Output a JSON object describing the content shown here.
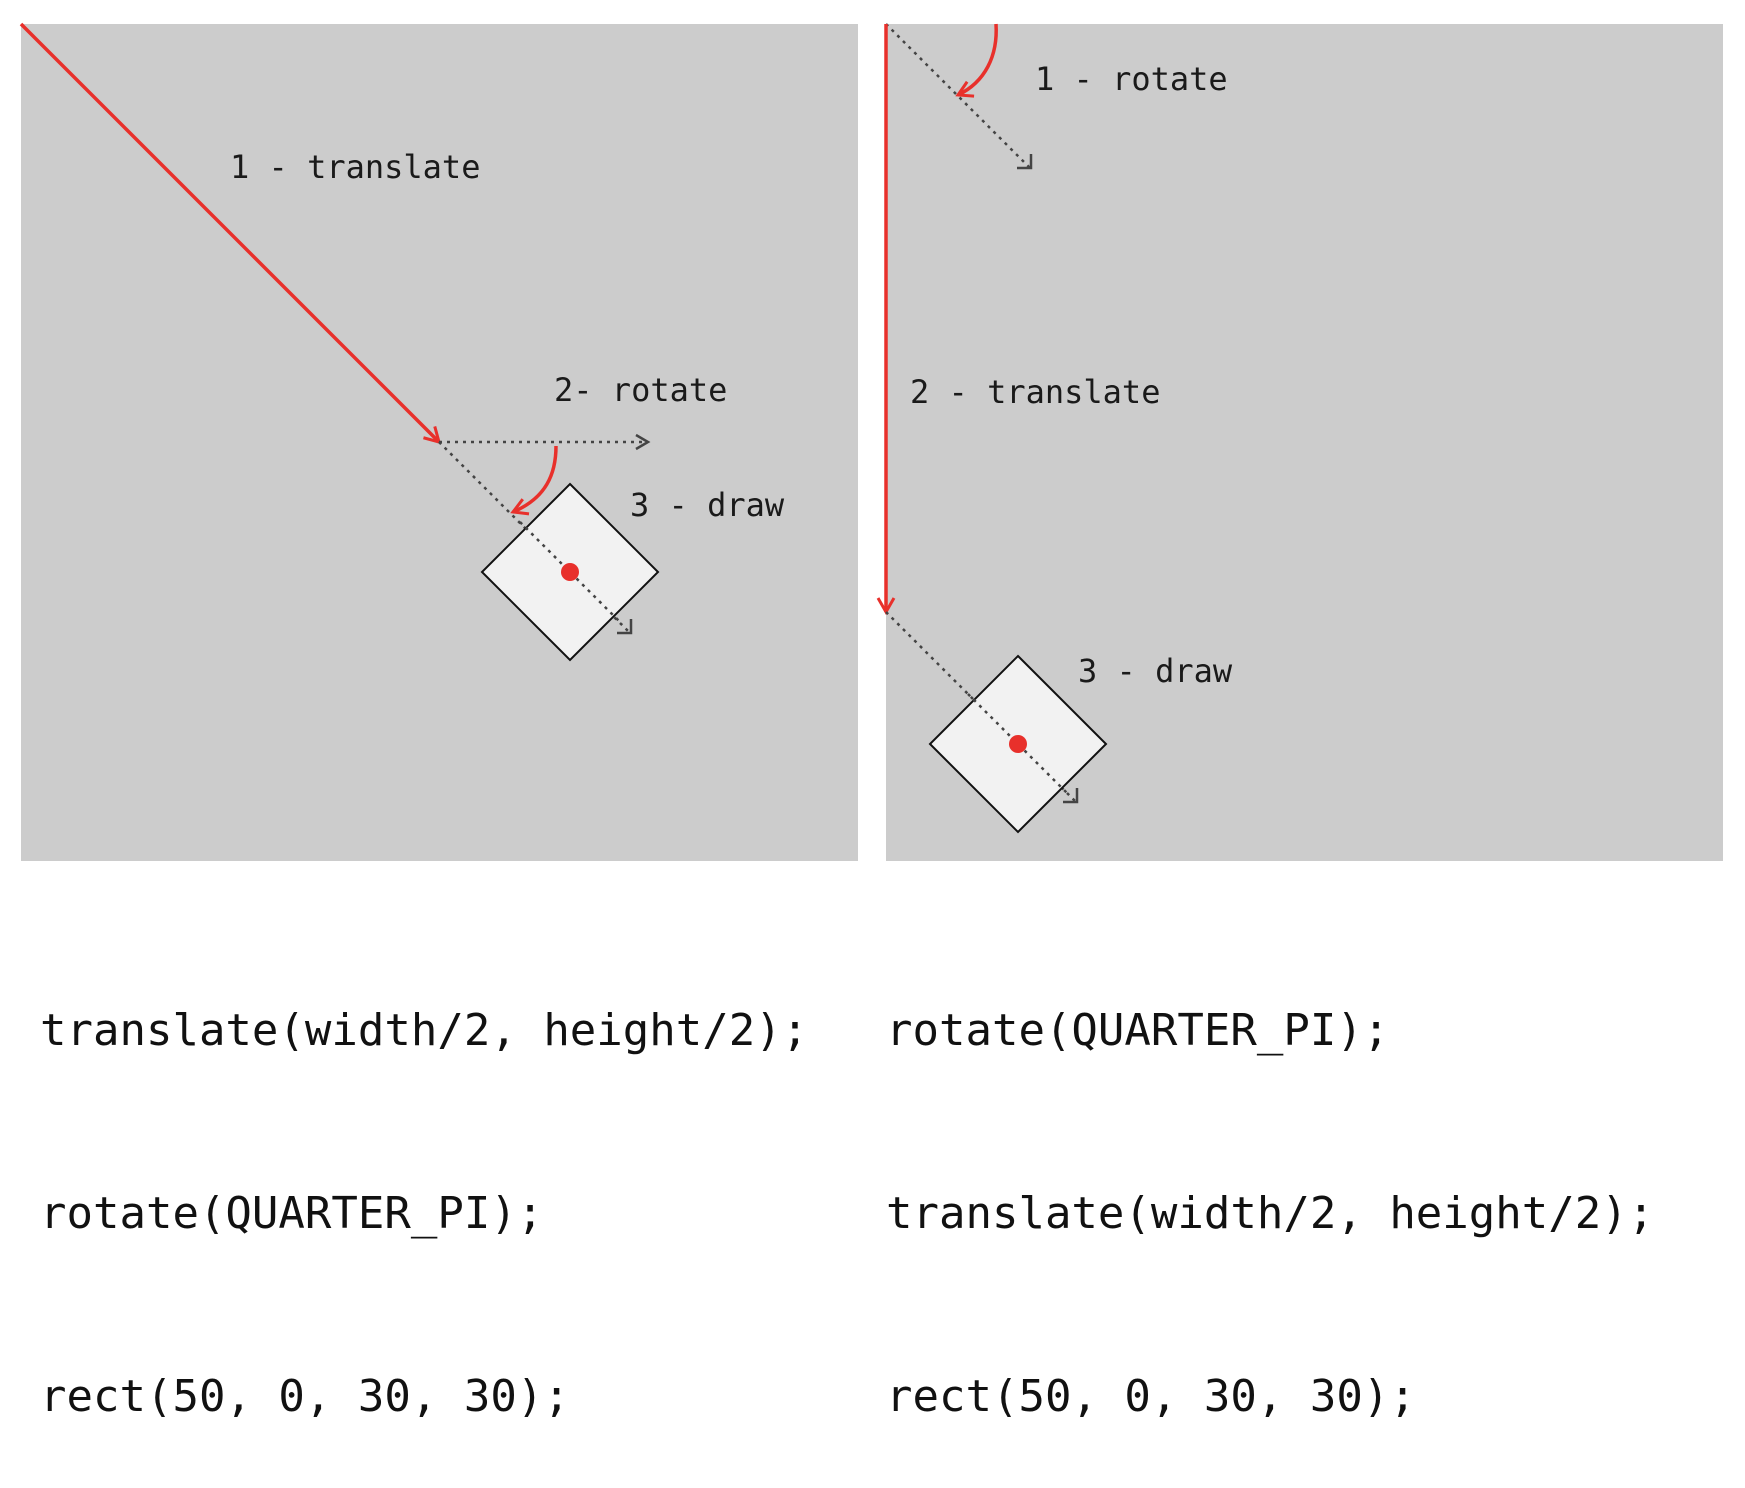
{
  "colors": {
    "panel": "#cccccc",
    "red": "#e8302b",
    "dotted": "#444444",
    "rect_fill": "#f2f2f2",
    "rect_stroke": "#111111"
  },
  "left_panel": {
    "step1_label": "1 - translate",
    "step2_label": "2- rotate",
    "step3_label": "3 - draw",
    "code": [
      "translate(width/2, height/2);",
      "rotate(QUARTER_PI);",
      "rect(50, 0, 30, 30);"
    ]
  },
  "right_panel": {
    "step1_label": "1 - rotate",
    "step2_label": "2 - translate",
    "step3_label": "3 - draw",
    "code": [
      "rotate(QUARTER_PI);",
      "translate(width/2, height/2);",
      "rect(50, 0, 30, 30);"
    ]
  }
}
